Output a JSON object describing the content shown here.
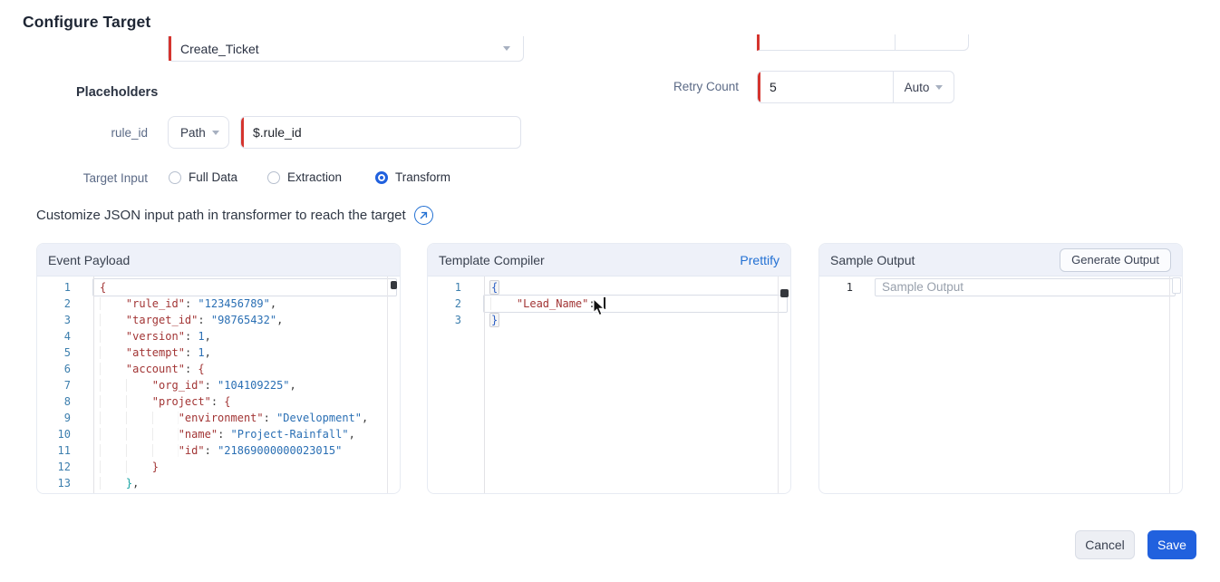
{
  "colors": {
    "accent_blue": "#2161de",
    "required_red": "#d5342e",
    "link_blue": "#2270d3",
    "key_red": "#a23535",
    "value_blue": "#2a6fb4",
    "brace_teal": "#18a3a3",
    "template_brace_blue": "#2b5ec5",
    "line_number_blue": "#3d7fae",
    "label_gray_blue": "#5b6a86"
  },
  "page": {
    "title": "Configure Target"
  },
  "form": {
    "target_action": {
      "value": "Create_Ticket"
    },
    "retry": {
      "label": "Retry Count",
      "value": "5",
      "mode": "Auto"
    },
    "placeholders": {
      "heading": "Placeholders",
      "rows": [
        {
          "name": "rule_id",
          "type": "Path",
          "value": "$.rule_id"
        }
      ]
    },
    "target_input": {
      "label": "Target Input",
      "options": [
        {
          "label": "Full Data",
          "selected": false
        },
        {
          "label": "Extraction",
          "selected": false
        },
        {
          "label": "Transform",
          "selected": true
        }
      ]
    },
    "customize_note": "Customize JSON input path in transformer to reach the target"
  },
  "panels": {
    "event_payload": {
      "title": "Event Payload",
      "lines": [
        {
          "num": 1,
          "active": true,
          "tokens": [
            {
              "t": "brace",
              "v": "{"
            }
          ]
        },
        {
          "num": 2,
          "tokens": [
            {
              "t": "ws",
              "v": "    "
            },
            {
              "t": "key",
              "v": "\"rule_id\""
            },
            {
              "t": "punc",
              "v": ": "
            },
            {
              "t": "str",
              "v": "\"123456789\""
            },
            {
              "t": "punc",
              "v": ","
            }
          ]
        },
        {
          "num": 3,
          "tokens": [
            {
              "t": "ws",
              "v": "    "
            },
            {
              "t": "key",
              "v": "\"target_id\""
            },
            {
              "t": "punc",
              "v": ": "
            },
            {
              "t": "str",
              "v": "\"98765432\""
            },
            {
              "t": "punc",
              "v": ","
            }
          ]
        },
        {
          "num": 4,
          "tokens": [
            {
              "t": "ws",
              "v": "    "
            },
            {
              "t": "key",
              "v": "\"version\""
            },
            {
              "t": "punc",
              "v": ": "
            },
            {
              "t": "num",
              "v": "1"
            },
            {
              "t": "punc",
              "v": ","
            }
          ]
        },
        {
          "num": 5,
          "tokens": [
            {
              "t": "ws",
              "v": "    "
            },
            {
              "t": "key",
              "v": "\"attempt\""
            },
            {
              "t": "punc",
              "v": ": "
            },
            {
              "t": "num",
              "v": "1"
            },
            {
              "t": "punc",
              "v": ","
            }
          ]
        },
        {
          "num": 6,
          "tokens": [
            {
              "t": "ws",
              "v": "    "
            },
            {
              "t": "key",
              "v": "\"account\""
            },
            {
              "t": "punc",
              "v": ": "
            },
            {
              "t": "brace",
              "v": "{"
            }
          ]
        },
        {
          "num": 7,
          "tokens": [
            {
              "t": "ws",
              "v": "        "
            },
            {
              "t": "key",
              "v": "\"org_id\""
            },
            {
              "t": "punc",
              "v": ": "
            },
            {
              "t": "str",
              "v": "\"104109225\""
            },
            {
              "t": "punc",
              "v": ","
            }
          ]
        },
        {
          "num": 8,
          "tokens": [
            {
              "t": "ws",
              "v": "        "
            },
            {
              "t": "key",
              "v": "\"project\""
            },
            {
              "t": "punc",
              "v": ": "
            },
            {
              "t": "brace",
              "v": "{"
            }
          ]
        },
        {
          "num": 9,
          "tokens": [
            {
              "t": "ws",
              "v": "            "
            },
            {
              "t": "key",
              "v": "\"environment\""
            },
            {
              "t": "punc",
              "v": ": "
            },
            {
              "t": "str",
              "v": "\"Development\""
            },
            {
              "t": "punc",
              "v": ","
            }
          ]
        },
        {
          "num": 10,
          "tokens": [
            {
              "t": "ws",
              "v": "            "
            },
            {
              "t": "key",
              "v": "\"name\""
            },
            {
              "t": "punc",
              "v": ": "
            },
            {
              "t": "str",
              "v": "\"Project-Rainfall\""
            },
            {
              "t": "punc",
              "v": ","
            }
          ]
        },
        {
          "num": 11,
          "tokens": [
            {
              "t": "ws",
              "v": "            "
            },
            {
              "t": "key",
              "v": "\"id\""
            },
            {
              "t": "punc",
              "v": ": "
            },
            {
              "t": "str",
              "v": "\"21869000000023015\""
            }
          ]
        },
        {
          "num": 12,
          "tokens": [
            {
              "t": "ws",
              "v": "        "
            },
            {
              "t": "brace",
              "v": "}"
            }
          ]
        },
        {
          "num": 13,
          "tokens": [
            {
              "t": "ws",
              "v": "    "
            },
            {
              "t": "brace2",
              "v": "}"
            },
            {
              "t": "punc",
              "v": ","
            }
          ]
        }
      ]
    },
    "template_compiler": {
      "title": "Template Compiler",
      "action_label": "Prettify",
      "lines": [
        {
          "num": 1,
          "tokens": [
            {
              "t": "bracehl",
              "v": "{"
            }
          ]
        },
        {
          "num": 2,
          "active": true,
          "tokens": [
            {
              "t": "ws",
              "v": "    "
            },
            {
              "t": "key",
              "v": "\"Lead_Name\""
            },
            {
              "t": "punc",
              "v": ": "
            },
            {
              "t": "caret"
            }
          ]
        },
        {
          "num": 3,
          "tokens": [
            {
              "t": "bracehl",
              "v": "}"
            }
          ]
        }
      ]
    },
    "sample_output": {
      "title": "Sample Output",
      "action_label": "Generate Output",
      "lines": [
        {
          "num": 1,
          "active": true,
          "gutter_dark": true,
          "wide": true,
          "tokens": [
            {
              "t": "ph",
              "v": "Sample Output"
            }
          ]
        }
      ]
    }
  },
  "footer": {
    "cancel_label": "Cancel",
    "save_label": "Save"
  }
}
